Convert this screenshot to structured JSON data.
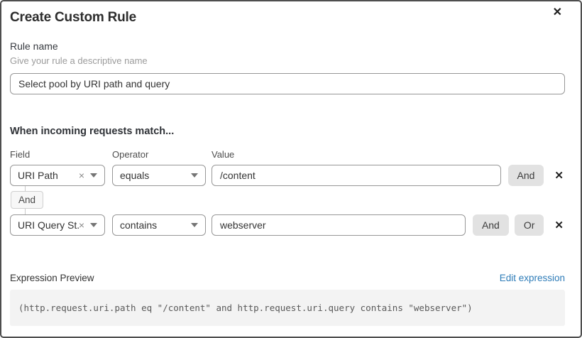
{
  "dialog": {
    "title": "Create Custom Rule"
  },
  "icons": {
    "close": "✕",
    "remove": "✕",
    "clear": "×"
  },
  "rule_name": {
    "label": "Rule name",
    "helper": "Give your rule a descriptive name",
    "value": "Select pool by URI path and query"
  },
  "match": {
    "heading": "When incoming requests match...",
    "columns": {
      "field": "Field",
      "operator": "Operator",
      "value": "Value"
    },
    "connector": "And",
    "rows": [
      {
        "field": "URI Path",
        "operator": "equals",
        "value": "/content",
        "buttons": {
          "and": "And"
        }
      },
      {
        "field": "URI Query St...",
        "operator": "contains",
        "value": "webserver",
        "buttons": {
          "and": "And",
          "or": "Or"
        }
      }
    ]
  },
  "expression": {
    "label": "Expression Preview",
    "edit_link": "Edit expression",
    "code": "(http.request.uri.path eq \"/content\" and http.request.uri.query contains \"webserver\")"
  },
  "colors": {
    "link": "#2e7cb8",
    "dialog_border": "#4e4e4e",
    "button_bg": "#e2e2e2",
    "code_bg": "#f3f3f3"
  }
}
